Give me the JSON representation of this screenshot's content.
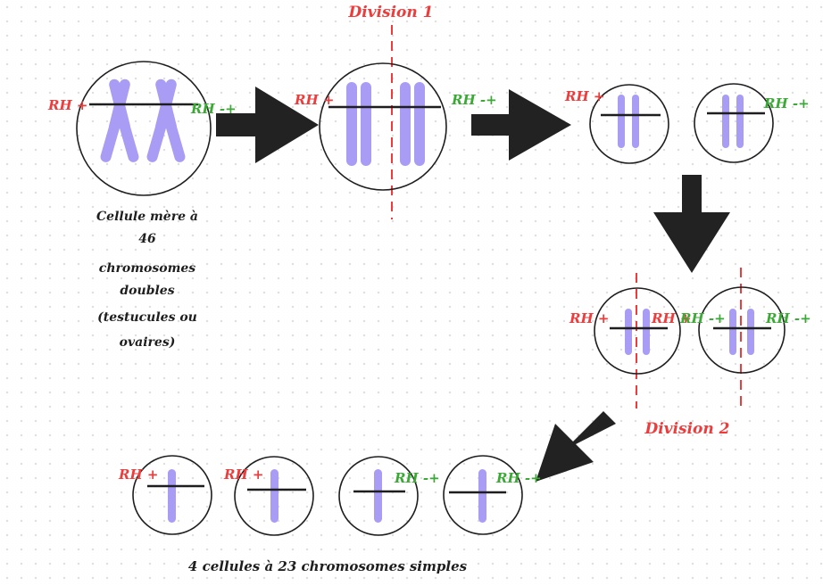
{
  "labels": {
    "division_1": "Division 1",
    "division_2": "Division 2",
    "rh_pos": "RH +",
    "rh_neg": "RH -+",
    "mother_cell": [
      "Cellule mère à",
      "46",
      "chromosomes",
      "doubles",
      "(testucules ou",
      "ovaires)"
    ],
    "result": "4 cellules à 23 chromosomes simples"
  },
  "colors": {
    "red": "#ee3b3b",
    "green": "#3aaa35",
    "chromosome": "#a89cf5",
    "arrow": "#222222"
  }
}
